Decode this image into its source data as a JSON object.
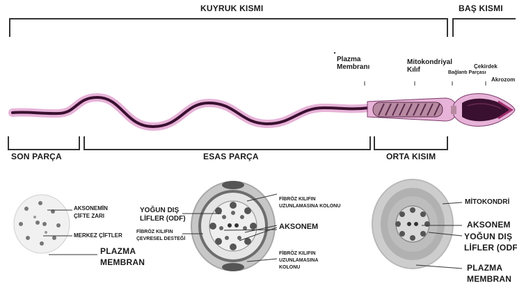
{
  "top": {
    "tail_label": "KUYRUK KISMI",
    "head_label": "BAŞ KISMI"
  },
  "sperm_labels": {
    "plasma_membrane": "Plazma Membranı",
    "mitochondrial_sheath": "Mitokondriyal Kılıf",
    "connecting_piece": "Bağlantı Parçası",
    "nucleus": "Çekirdek",
    "acrosome": "Akrozom"
  },
  "bottom": {
    "end_piece": "SON PARÇA",
    "principal_piece": "ESAS PARÇA",
    "mid_piece": "ORTA KISIM"
  },
  "cross_section_1": {
    "axoneme_double_membrane": [
      "AKSONEMİN",
      "ÇİFTE ZARI"
    ],
    "central_pair": "MERKEZ ÇİFTLER",
    "plasma_membrane": [
      "PLAZMA",
      "MEMBRAN"
    ]
  },
  "cross_section_2": {
    "dense_fibers": [
      "YOĞUN DIŞ",
      "LİFLER (ODF)"
    ],
    "fibrous_sheath_circ": [
      "FİBRÖZ KILIFIN",
      "ÇEVRESEL DESTEĞİ"
    ],
    "fibrous_sheath_col_top": [
      "FİBRÖZ KILIFIN",
      "UZUNLAMASINA KOLONU"
    ],
    "axoneme": "AKSONEM",
    "fibrous_sheath_col_bottom": [
      "FİBRÖZ KILIFIN",
      "UZUNLAMASINA",
      "KOLONU"
    ]
  },
  "cross_section_3": {
    "mitochondria": "MİTOKONDRİ",
    "axoneme": "AKSONEM",
    "dense_fibers": [
      "YOĞUN DIŞ",
      "LİFLER (ODF)"
    ],
    "plasma_membrane": [
      "PLAZMA",
      "MEMBRAN"
    ]
  },
  "colors": {
    "membrane_pink": "#e7b3d8",
    "axoneme_dark": "#3a1030",
    "mito_mid": "#b88aa2",
    "bracket": "#333333"
  }
}
